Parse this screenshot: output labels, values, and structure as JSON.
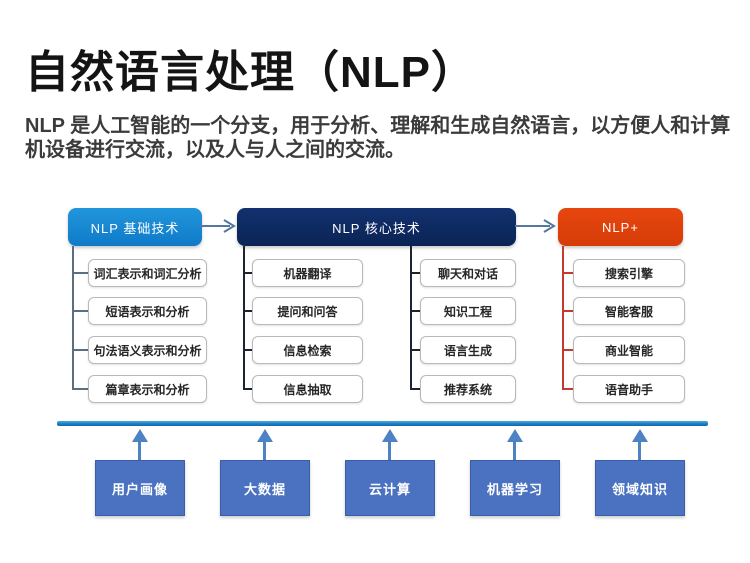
{
  "page": {
    "title": "自然语言处理（NLP）",
    "subtitle": "NLP 是人工智能的一个分支，用于分析、理解和生成自然语言，以方便人和计算机设备进行交流，以及人与人之间的交流。"
  },
  "diagram": {
    "headers": [
      {
        "label": "NLP 基础技术",
        "color": "#1487d8"
      },
      {
        "label": "NLP 核心技术",
        "color": "#0d2a66"
      },
      {
        "label": "NLP+",
        "color": "#e2420d"
      }
    ],
    "columns": [
      {
        "parent": "NLP 基础技术",
        "connector_color": "#5c6f80",
        "items": [
          "词汇表示和词汇分析",
          "短语表示和分析",
          "句法语义表示和分析",
          "篇章表示和分析"
        ]
      },
      {
        "parent": "NLP 核心技术",
        "connector_color": "#1b2433",
        "items": [
          "机器翻译",
          "提问和问答",
          "信息检索",
          "信息抽取"
        ]
      },
      {
        "parent": "NLP 核心技术",
        "connector_color": "#1b2433",
        "items": [
          "聊天和对话",
          "知识工程",
          "语言生成",
          "推荐系统"
        ]
      },
      {
        "parent": "NLP+",
        "connector_color": "#c23b2e",
        "items": [
          "搜索引擎",
          "智能客服",
          "商业智能",
          "语音助手"
        ]
      }
    ],
    "foundation": {
      "bar_color": "#1d7fc4",
      "arrow_color": "#4d82c4",
      "box_color": "#4a72c0",
      "boxes": [
        "用户画像",
        "大数据",
        "云计算",
        "机器学习",
        "领域知识"
      ]
    }
  }
}
